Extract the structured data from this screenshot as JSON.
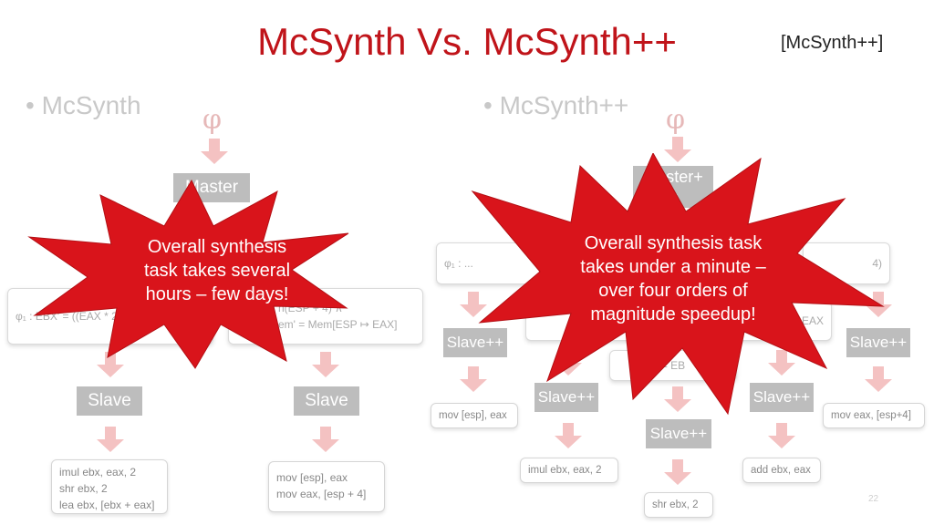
{
  "title": "McSynth Vs. McSynth++",
  "tag": "[McSynth++]",
  "page_number": "22",
  "left": {
    "bullet": "McSynth",
    "phi": "φ",
    "master": "Master",
    "split_left": "φ₁ : EBX' = ((EAX * 2",
    "split_right_1": "n(ESP + 4) ∧",
    "split_right_2": "Mem' = Mem[ESP ↦ EAX]",
    "slave_left": "Slave",
    "slave_right": "Slave",
    "code_left": [
      "imul ebx, eax, 2",
      "shr ebx, 2",
      "lea ebx, [ebx + eax]"
    ],
    "code_right": [
      "mov [esp], eax",
      "mov eax, [esp + 4]"
    ],
    "burst": [
      "Overall synthesis",
      "task takes several",
      "hours – few days!"
    ]
  },
  "right": {
    "bullet": "McSynth++",
    "phi": "φ",
    "master": "Master+\n+",
    "split_left": "φ₁ : ...",
    "split_right": "4)",
    "mid_right": "EAX",
    "mid_center": "= EB",
    "slave_far_left": "Slave++",
    "slave_far_right": "Slave++",
    "slave_mid_left": "Slave++",
    "slave_mid_right": "Slave++",
    "slave_center": "Slave++",
    "code_far_left": "mov [esp], eax",
    "code_far_right": "mov eax, [esp+4]",
    "code_mid_left": "imul ebx, eax, 2",
    "code_mid_right": "add ebx, eax",
    "code_center": "shr ebx, 2",
    "burst": [
      "Overall synthesis task",
      "takes under a minute –",
      "over four orders of",
      "magnitude speedup!"
    ]
  },
  "colors": {
    "accent": "#c0141a",
    "burst": "#d9141b",
    "arrow": "#f4c2c2",
    "gray_box": "#bdbdbd"
  }
}
